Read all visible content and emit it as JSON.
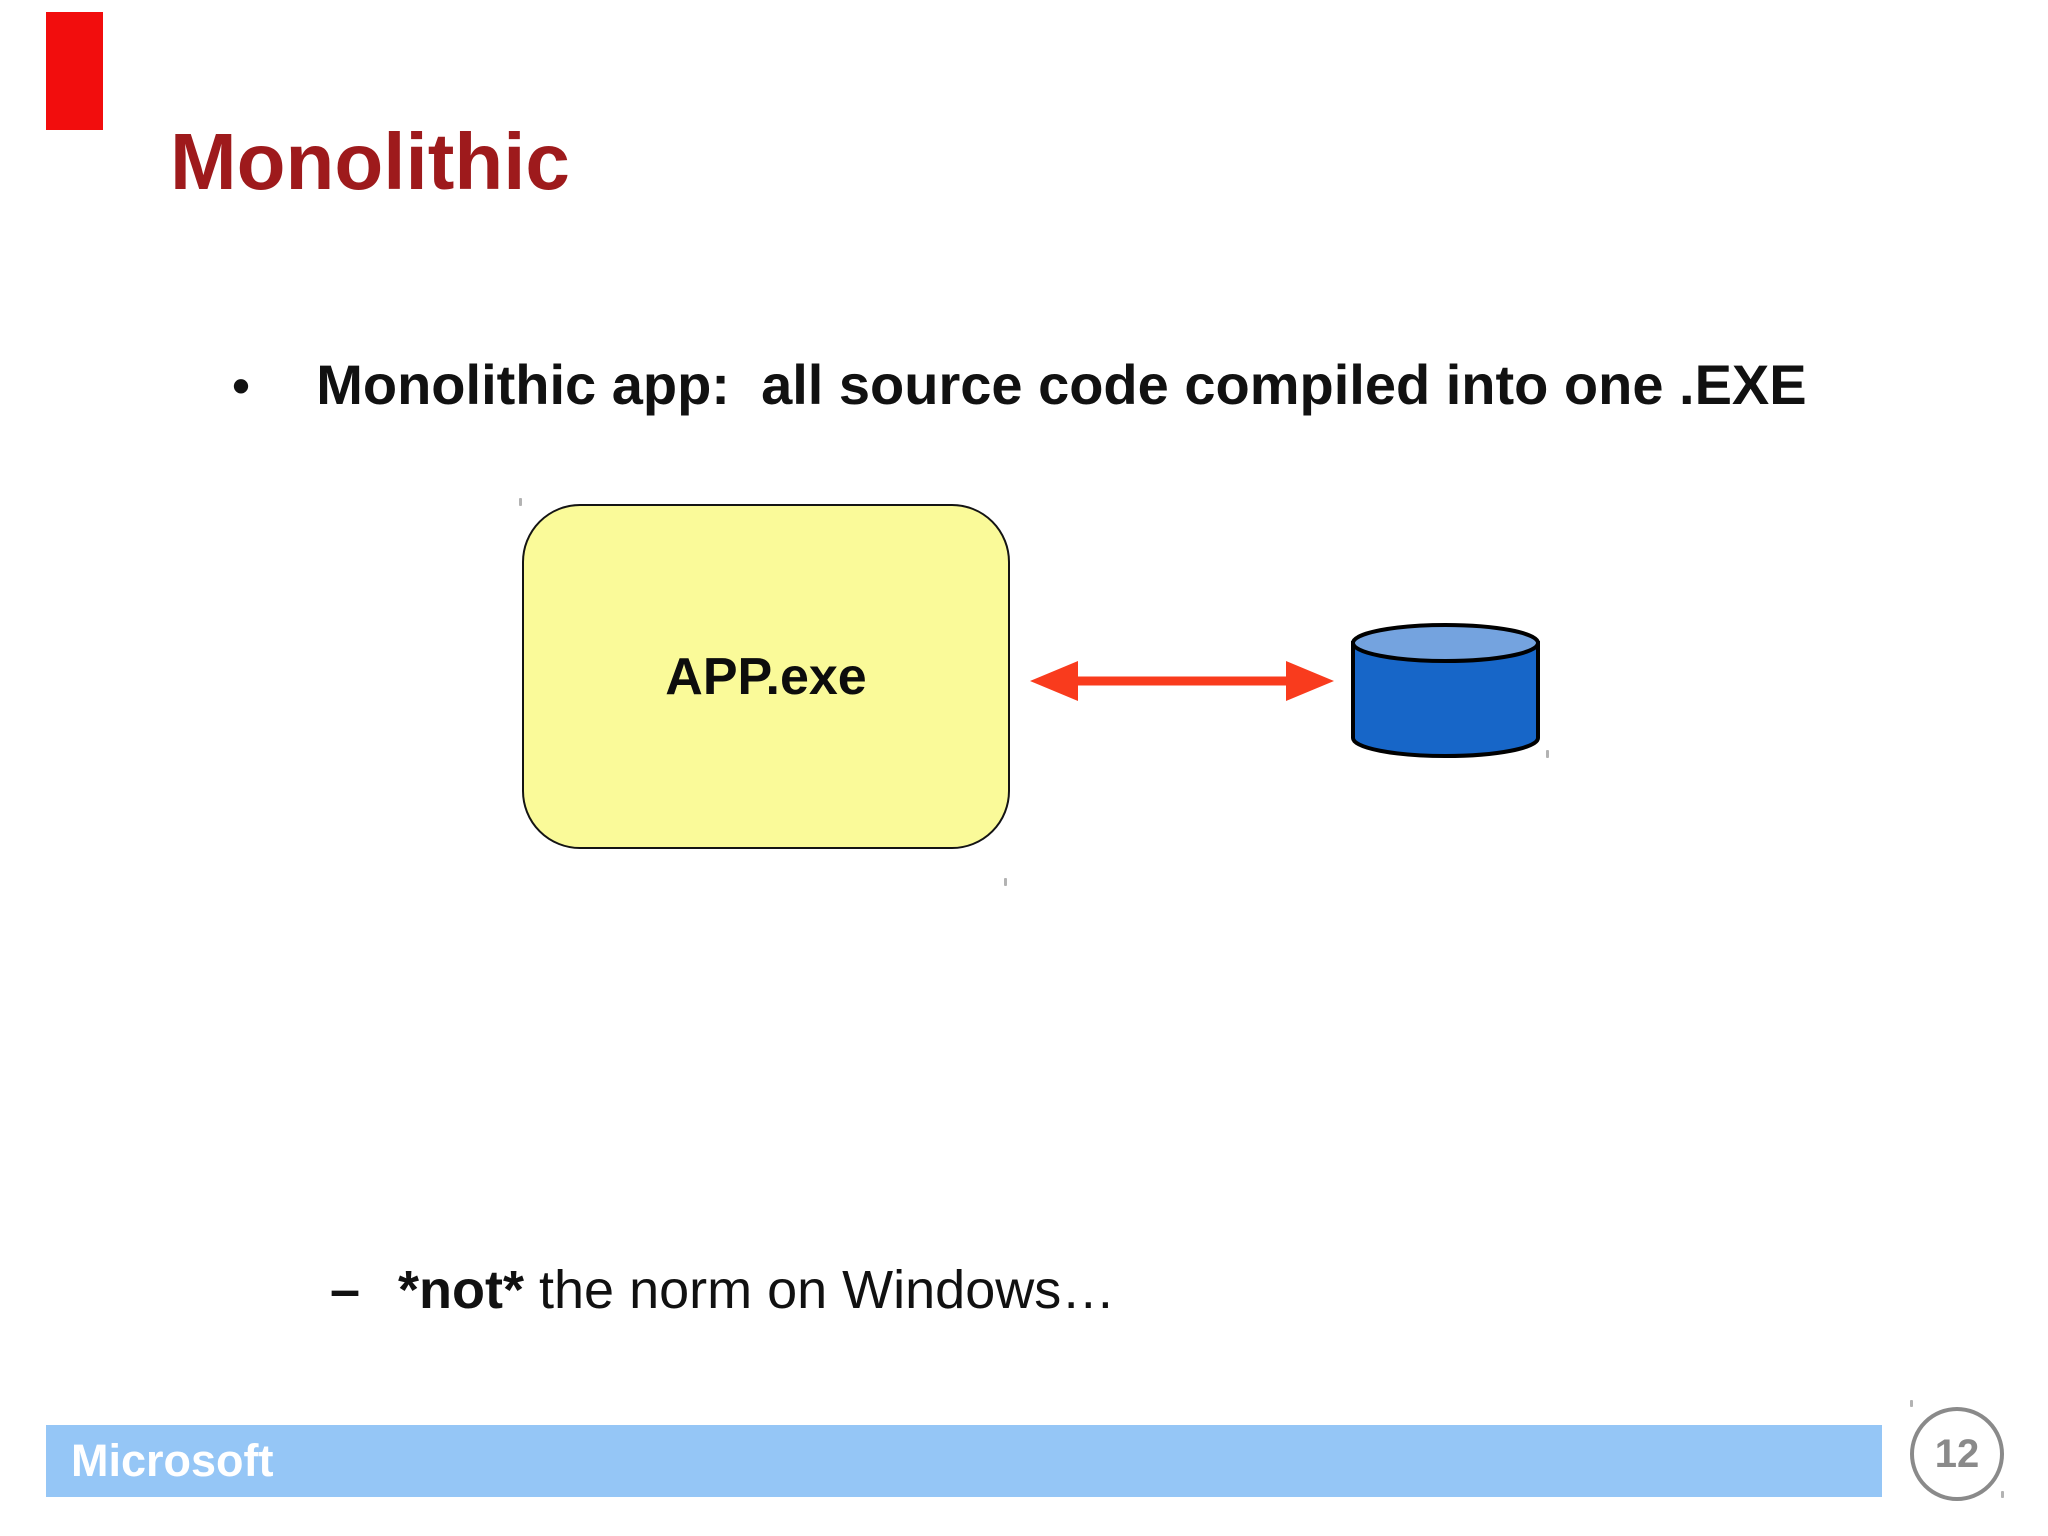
{
  "slide": {
    "title": "Monolithic",
    "bullets": {
      "main": {
        "marker": "•",
        "text": "Monolithic app:  all source code compiled into one .EXE"
      },
      "sub": {
        "marker": "–",
        "emphasis": "*not*",
        "text": " the norm on Windows…"
      }
    },
    "diagram": {
      "app_box_label": "APP.exe",
      "arrow_icon": "double-headed-arrow",
      "database_icon": "database-cylinder"
    },
    "footer": {
      "brand": "Microsoft",
      "page_number": "12"
    },
    "colors": {
      "title_text": "#9e1a1c",
      "red_marker_bar": "#f20d0d",
      "body_text": "#111111",
      "app_box_fill": "#fafa99",
      "app_box_border": "#141414",
      "arrow": "#f93b1d",
      "cylinder_body": "#1766c8",
      "cylinder_top": "#74a3df",
      "footer_bar": "#95c6f6",
      "footer_text": "#ffffff",
      "page_circle": "#8a8a8a"
    }
  }
}
